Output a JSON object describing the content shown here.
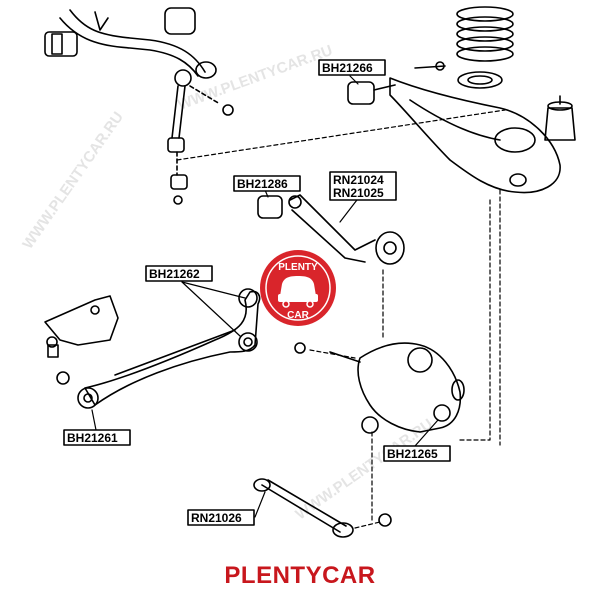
{
  "brand_footer": "PLENTYCAR",
  "logo": {
    "top_text": "PLENTY",
    "bottom_text": "CAR",
    "color": "#d9252b"
  },
  "watermark": "WWW.PLENTYCAR.RU",
  "labels": {
    "bh21266": "BH21266",
    "bh21286": "BH21286",
    "rn21024": "RN21024",
    "rn21025": "RN21025",
    "bh21262": "BH21262",
    "bh21261": "BH21261",
    "bh21265": "BH21265",
    "rn21026": "RN21026"
  },
  "colors": {
    "line": "#000000",
    "brand": "#c8171d"
  }
}
